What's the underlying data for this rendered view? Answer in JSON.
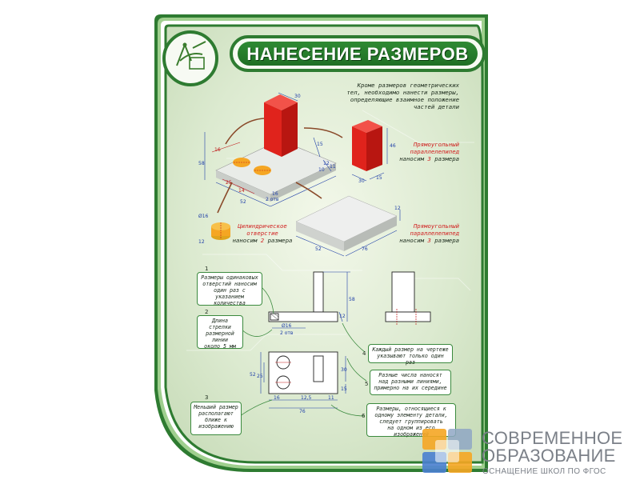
{
  "poster": {
    "title": "НАНЕСЕНИЕ РАЗМЕРОВ",
    "intro_note": [
      "Кроме размеров геометрических",
      "тел, необходимо нанести размеры,",
      "определяющие взаимное положение",
      "частей детали"
    ],
    "parallelepiped_top": {
      "line1": "Прямоугольный",
      "line2": "параллелепипед",
      "line3_prefix": "наносим",
      "count": "3",
      "line3_suffix": "размера"
    },
    "cylinder": {
      "line1": "Цилиндрическое",
      "line2": "отверстие",
      "line3_prefix": "наносим",
      "count": "2",
      "line3_suffix": "размера"
    },
    "parallelepiped_bottom": {
      "line1": "Прямоугольный",
      "line2": "параллелепипед",
      "line3_prefix": "наносим",
      "count": "3",
      "line3_suffix": "размера"
    },
    "dims": {
      "d30": "30",
      "d15": "15",
      "d58": "58",
      "d16a": "16",
      "d25": "25",
      "d14": "14",
      "d52a": "52",
      "d16b": "16",
      "d2otv": "2 отв",
      "d10": "10",
      "d12a": "12",
      "d11": "11",
      "p46": "46",
      "p30": "30",
      "p15": "15",
      "c16": "Ø16",
      "c12": "12",
      "b52": "52",
      "b76": "76",
      "b12": "12",
      "f58": "58",
      "f16": "Ø16",
      "f2otv": "2 отв",
      "f12": "12",
      "t52": "52",
      "t25": "25",
      "t30": "30",
      "t15": "15",
      "t16": "16",
      "t125": "12,5",
      "t11": "11",
      "t76": "76"
    },
    "callouts": [
      {
        "num": "1",
        "text": [
          "Размеры одинаковых",
          "отверстий наносим",
          "один раз с указанием",
          "количества"
        ]
      },
      {
        "num": "2",
        "text": [
          "Длина стрелки",
          "размерной",
          "линии",
          "около 5 мм"
        ]
      },
      {
        "num": "3",
        "text": [
          "Меньший размер",
          "располагают",
          "ближе к",
          "изображению"
        ]
      },
      {
        "num": "4",
        "text": [
          "Каждый размер на чертеже",
          "указывают только один раз"
        ]
      },
      {
        "num": "5",
        "text": [
          "Разные числа наносят",
          "над разными линиями,",
          "примерно на их середине"
        ]
      },
      {
        "num": "6",
        "text": [
          "Размеры, относящиеся к",
          "одному элементу детали,",
          "следует группировать",
          "на одном из его изображений"
        ]
      }
    ]
  },
  "brand": {
    "line1": "СОВРЕМЕННОЕ",
    "line2": "ОБРАЗОВАНИЕ",
    "line3": "ОСНАЩЕНИЕ ШКОЛ ПО ФГОС"
  },
  "colors": {
    "frame_green": "#2e7b31",
    "panel_bg": "#e4efd9",
    "red_block": "#d8201c",
    "dim_blue": "#1f3fa8",
    "brand_gray": "#7b8088"
  }
}
